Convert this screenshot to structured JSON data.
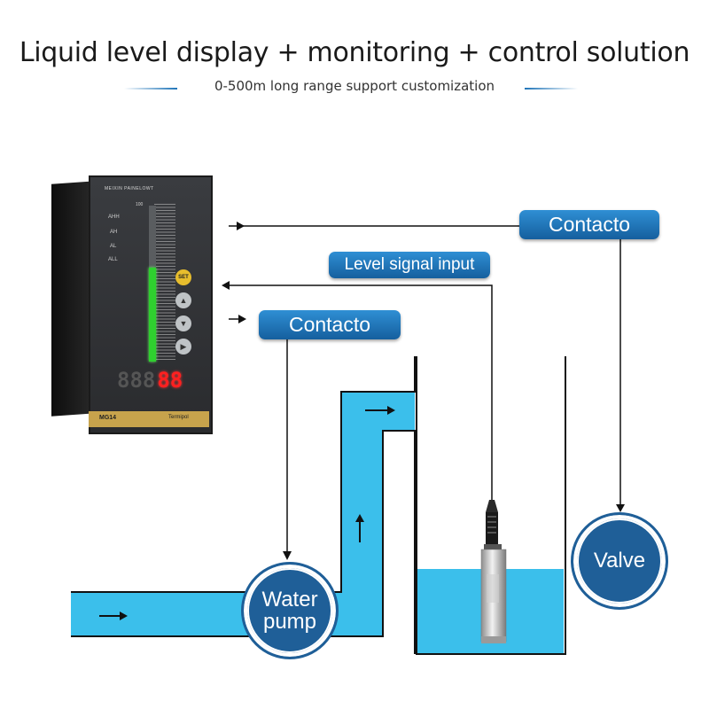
{
  "header": {
    "title": "Liquid level display + monitoring + control solution",
    "subtitle": "0-500m long range support customization"
  },
  "labels": {
    "contacto_top": "Contacto",
    "level_signal": "Level signal input",
    "contacto_mid": "Contacto",
    "valve": "Valve",
    "water_pump_line1": "Water",
    "water_pump_line2": "pump"
  },
  "device": {
    "brand": "MEIXIN PAINELOWT",
    "alarms": [
      "AHH",
      "AH",
      "AL",
      "ALL"
    ],
    "scale_top": "100",
    "set_label": "SET",
    "digits_off": "888",
    "digits_on": "88",
    "model": "MG14",
    "maker": "Termipol",
    "level_fraction": 0.6
  },
  "colors": {
    "water": "#3bbfeb",
    "pill": "#1e74b8",
    "circle": "#1f5f98",
    "bar_green": "#2fd02f"
  },
  "icons": {
    "flow_arrow": "right-arrow-icon",
    "up_arrow": "up-arrow-icon"
  }
}
